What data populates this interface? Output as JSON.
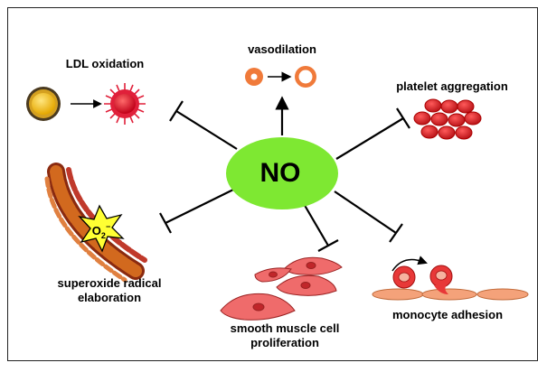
{
  "center": {
    "label": "NO"
  },
  "effects": {
    "vasodilation": "vasodilation",
    "ldl_oxidation": "LDL oxidation",
    "platelet_aggregation": "platelet aggregation",
    "superoxide": {
      "line1": "superoxide radical",
      "line2": "elaboration"
    },
    "smooth_muscle": {
      "line1": "smooth muscle cell",
      "line2": "proliferation"
    },
    "monocyte_adhesion": "monocyte adhesion"
  },
  "superoxide_symbol": {
    "base": "O",
    "subscript": "2",
    "superscript": "−"
  },
  "colors": {
    "no_ellipse": "#7ee832",
    "vessel": "#f07a3a",
    "ldl_core": "#f2c020",
    "ldl_oxidized": "#e0203a",
    "platelet": "#d81f26",
    "smooth_muscle": "#ef6b6b",
    "endothelium": "#f4a27a",
    "star": "#ffff33"
  }
}
